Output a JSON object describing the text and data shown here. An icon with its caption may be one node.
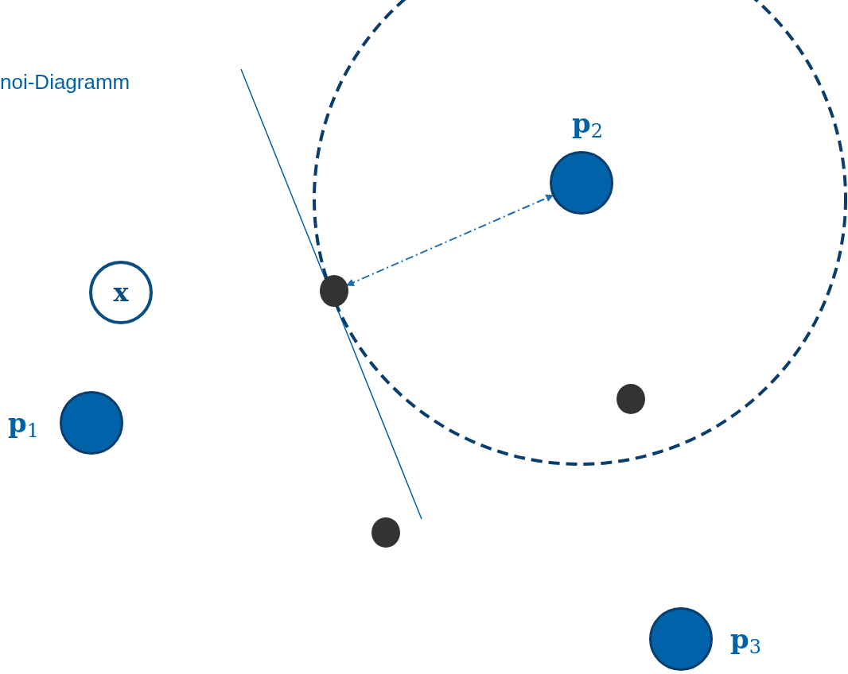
{
  "diagram": {
    "nodes": [
      {
        "text": [],
        "shape": "circle",
        "beside": [
          "**p**$_{2}$"
        ]
      },
      {
        "text": [],
        "shape": "circle"
      },
      {
        "text": [
          "x"
        ]
      },
      {
        "text": [],
        "shape": "circle"
      },
      {
        "text": [],
        "shape": "circle",
        "beside": [
          "**p**$_{1}$"
        ]
      },
      {
        "text": [],
        "shape": "circle"
      },
      {
        "text": [],
        "shape": "circle",
        "beside": [
          "**p**$_{3}$"
        ]
      }
    ],
    "edges": [
      {
        "from": 1,
        "to": 0,
        "arrow": "both",
        "style": "dashed"
      }
    ],
    "labels": [
      "noi-Diagramm"
    ]
  }
}
